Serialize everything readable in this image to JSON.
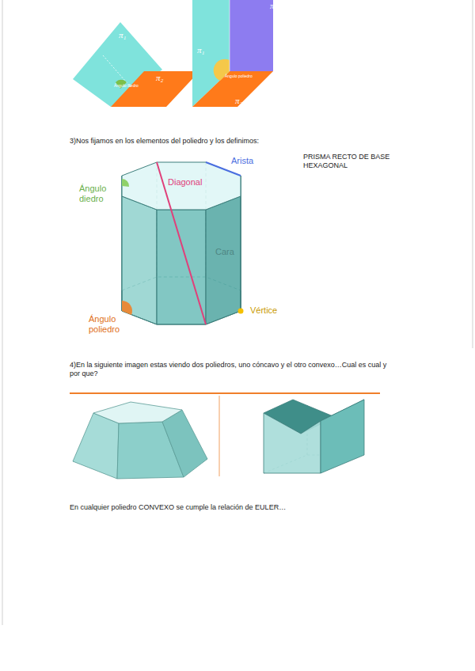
{
  "diagram": {
    "labels": [
      "π₁",
      "Ángulo diedro",
      "π₂",
      "π₃",
      "π₁",
      "Ángulo poliedro",
      "π₂",
      "3)Nos fijamos en los elementos del poliedro y los definimos:",
      "Arista",
      "Ángulo diedro",
      "Diagonal",
      "Cara",
      "Ángulo poliedro",
      "Vértice",
      "PRISMA RECTO DE BASE HEXAGONAL",
      "4)En la siguiente imagen estas viendo dos poliedros, uno cóncavo y el otro convexo…Cual es cual y por que?",
      "En cualquier poliedro CONVEXO se cumple la relación de EULER…"
    ]
  }
}
